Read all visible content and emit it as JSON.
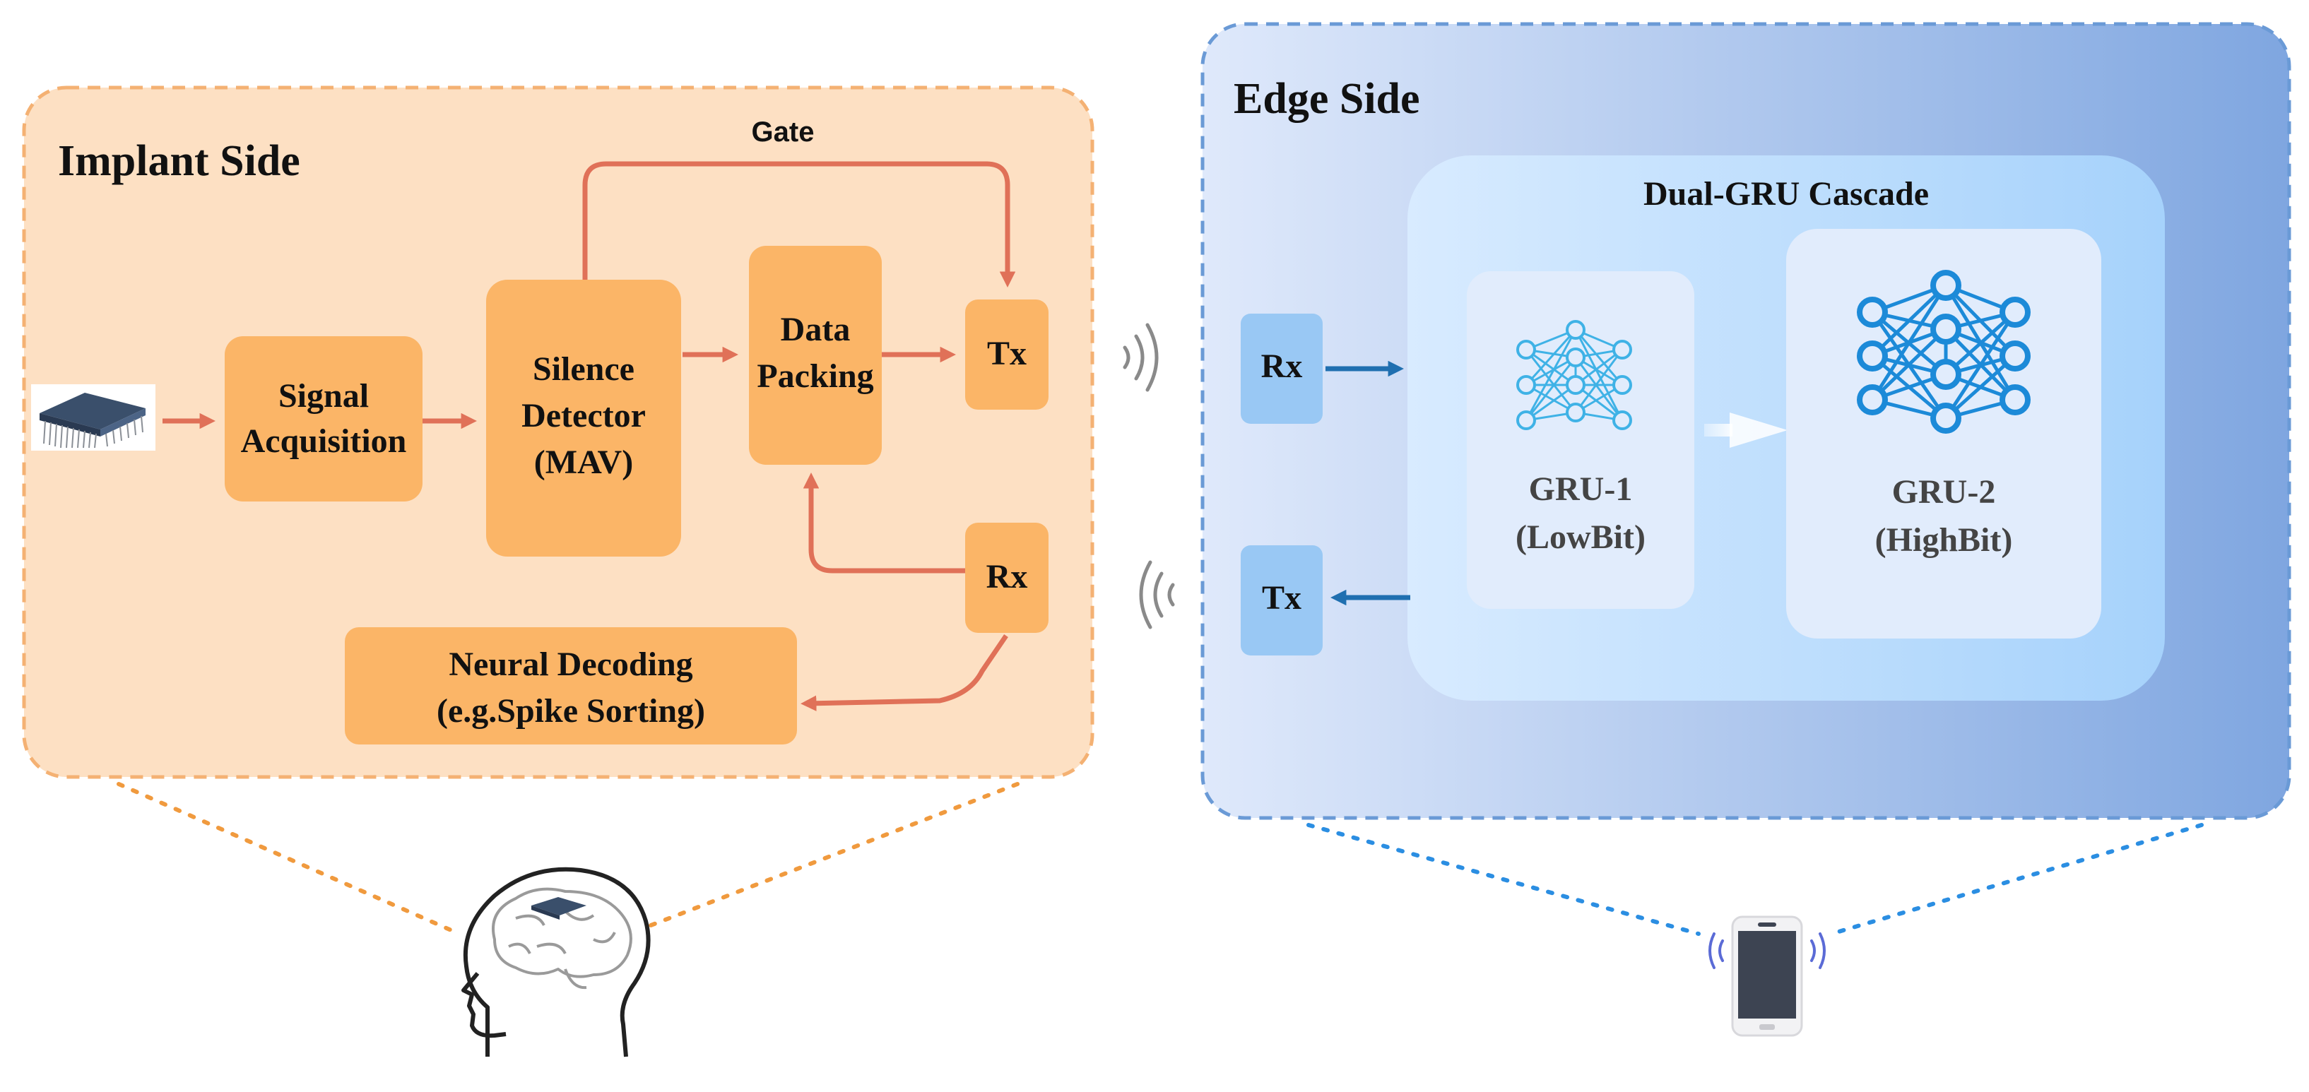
{
  "implant": {
    "title": "Implant Side",
    "gate_label": "Gate",
    "signal_line1": "Signal",
    "signal_line2": "Acquisition",
    "silence_line1": "Silence",
    "silence_line2": "Detector",
    "silence_line3": "(MAV)",
    "packing_line1": "Data",
    "packing_line2": "Packing",
    "tx_label": "Tx",
    "rx_label": "Rx",
    "decoding_line1": "Neural Decoding",
    "decoding_line2": "(e.g.Spike Sorting)"
  },
  "edge": {
    "title": "Edge Side",
    "cascade_title": "Dual-GRU Cascade",
    "rx_label": "Rx",
    "tx_label": "Tx",
    "gru1_line1": "GRU-1",
    "gru1_line2": "(LowBit)",
    "gru2_line1": "GRU-2",
    "gru2_line2": "(HighBit)"
  },
  "icons": [
    "chip-icon",
    "wireless-waves-icon",
    "neural-network-icon",
    "head-icon",
    "phone-icon"
  ],
  "colors": {
    "implant_panel": "#fde0c3",
    "implant_block": "#fbb567",
    "implant_arrow": "#e07158",
    "edge_block": "#99c8f4",
    "edge_arrow": "#1f6fb0",
    "network_icon": "#1c8ad8"
  }
}
